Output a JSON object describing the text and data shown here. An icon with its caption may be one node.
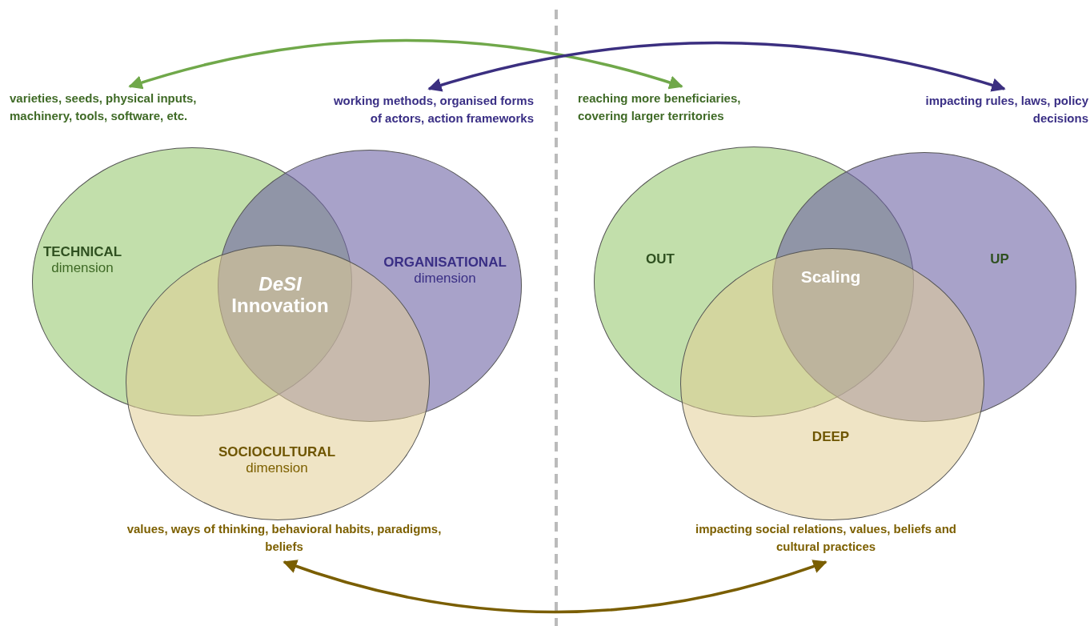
{
  "diagram": {
    "nodes": [
      {
        "text": [
          "TECHNICAL",
          "dimension"
        ]
      },
      {
        "text": [
          "ORGANISATIONAL",
          "dimension"
        ]
      },
      {
        "text": [
          "SOCIOCULTURAL",
          "dimension"
        ]
      },
      {
        "text": [
          "OUT"
        ]
      },
      {
        "text": [
          "UP"
        ]
      },
      {
        "text": [
          "DEEP"
        ]
      },
      {
        "text": [
          "varieties, seeds, physical inputs, machinery, tools, software, etc."
        ]
      },
      {
        "text": [
          "working methods, organised forms of actors, action frameworks"
        ]
      },
      {
        "text": [
          "values, ways of thinking, behavioral habits, paradigms, beliefs"
        ]
      },
      {
        "text": [
          "reaching more beneficiaries, covering larger territories"
        ]
      },
      {
        "text": [
          "impacting rules, laws, policy decisions"
        ]
      },
      {
        "text": [
          "impacting social relations, values, beliefs and cultural practices"
        ]
      }
    ],
    "edges": [
      {
        "from": 6,
        "to": 9,
        "arrow": "both",
        "color": "#70a84a"
      },
      {
        "from": 7,
        "to": 10,
        "arrow": "both",
        "color": "#3b2f80"
      },
      {
        "from": 8,
        "to": 11,
        "arrow": "both",
        "color": "#7a5e00"
      }
    ],
    "labels": [
      "*DeSI* Innovation",
      "Scaling"
    ]
  }
}
